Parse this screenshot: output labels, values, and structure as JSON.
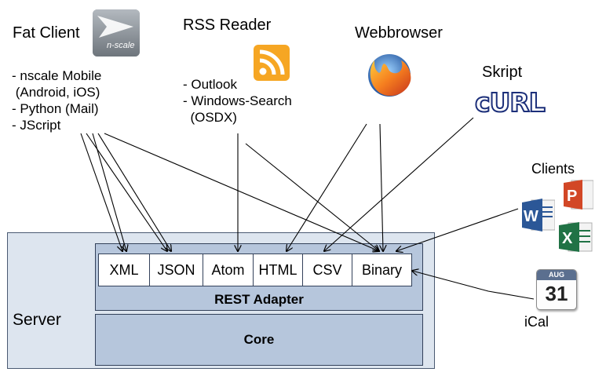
{
  "clients": {
    "fat_client": {
      "title": "Fat Client",
      "logo_text": "n-scale",
      "items": [
        "- nscale Mobile",
        " (Android, iOS)",
        "- Python (Mail)",
        "- JScript"
      ]
    },
    "rss_reader": {
      "title": "RSS Reader",
      "items": [
        "- Outlook",
        "- Windows-Search",
        "  (OSDX)"
      ]
    },
    "webbrowser": {
      "title": "Webbrowser"
    },
    "skript": {
      "title": "Skript",
      "logo_text": "cURL"
    },
    "clients_group": {
      "title": "Clients"
    },
    "ical": {
      "title": "iCal",
      "month": "AUG",
      "day": "31"
    }
  },
  "server": {
    "label": "Server",
    "rest_adapter": "REST Adapter",
    "core": "Core",
    "formats": [
      "XML",
      "JSON",
      "Atom",
      "HTML",
      "CSV",
      "Binary"
    ]
  },
  "colors": {
    "server_fill": "#dde5ef",
    "adapter_fill": "#b6c6dc",
    "rss_orange": "#f6a623",
    "word_blue": "#2b5797",
    "ppt_orange": "#d24726",
    "excel_green": "#207245"
  }
}
